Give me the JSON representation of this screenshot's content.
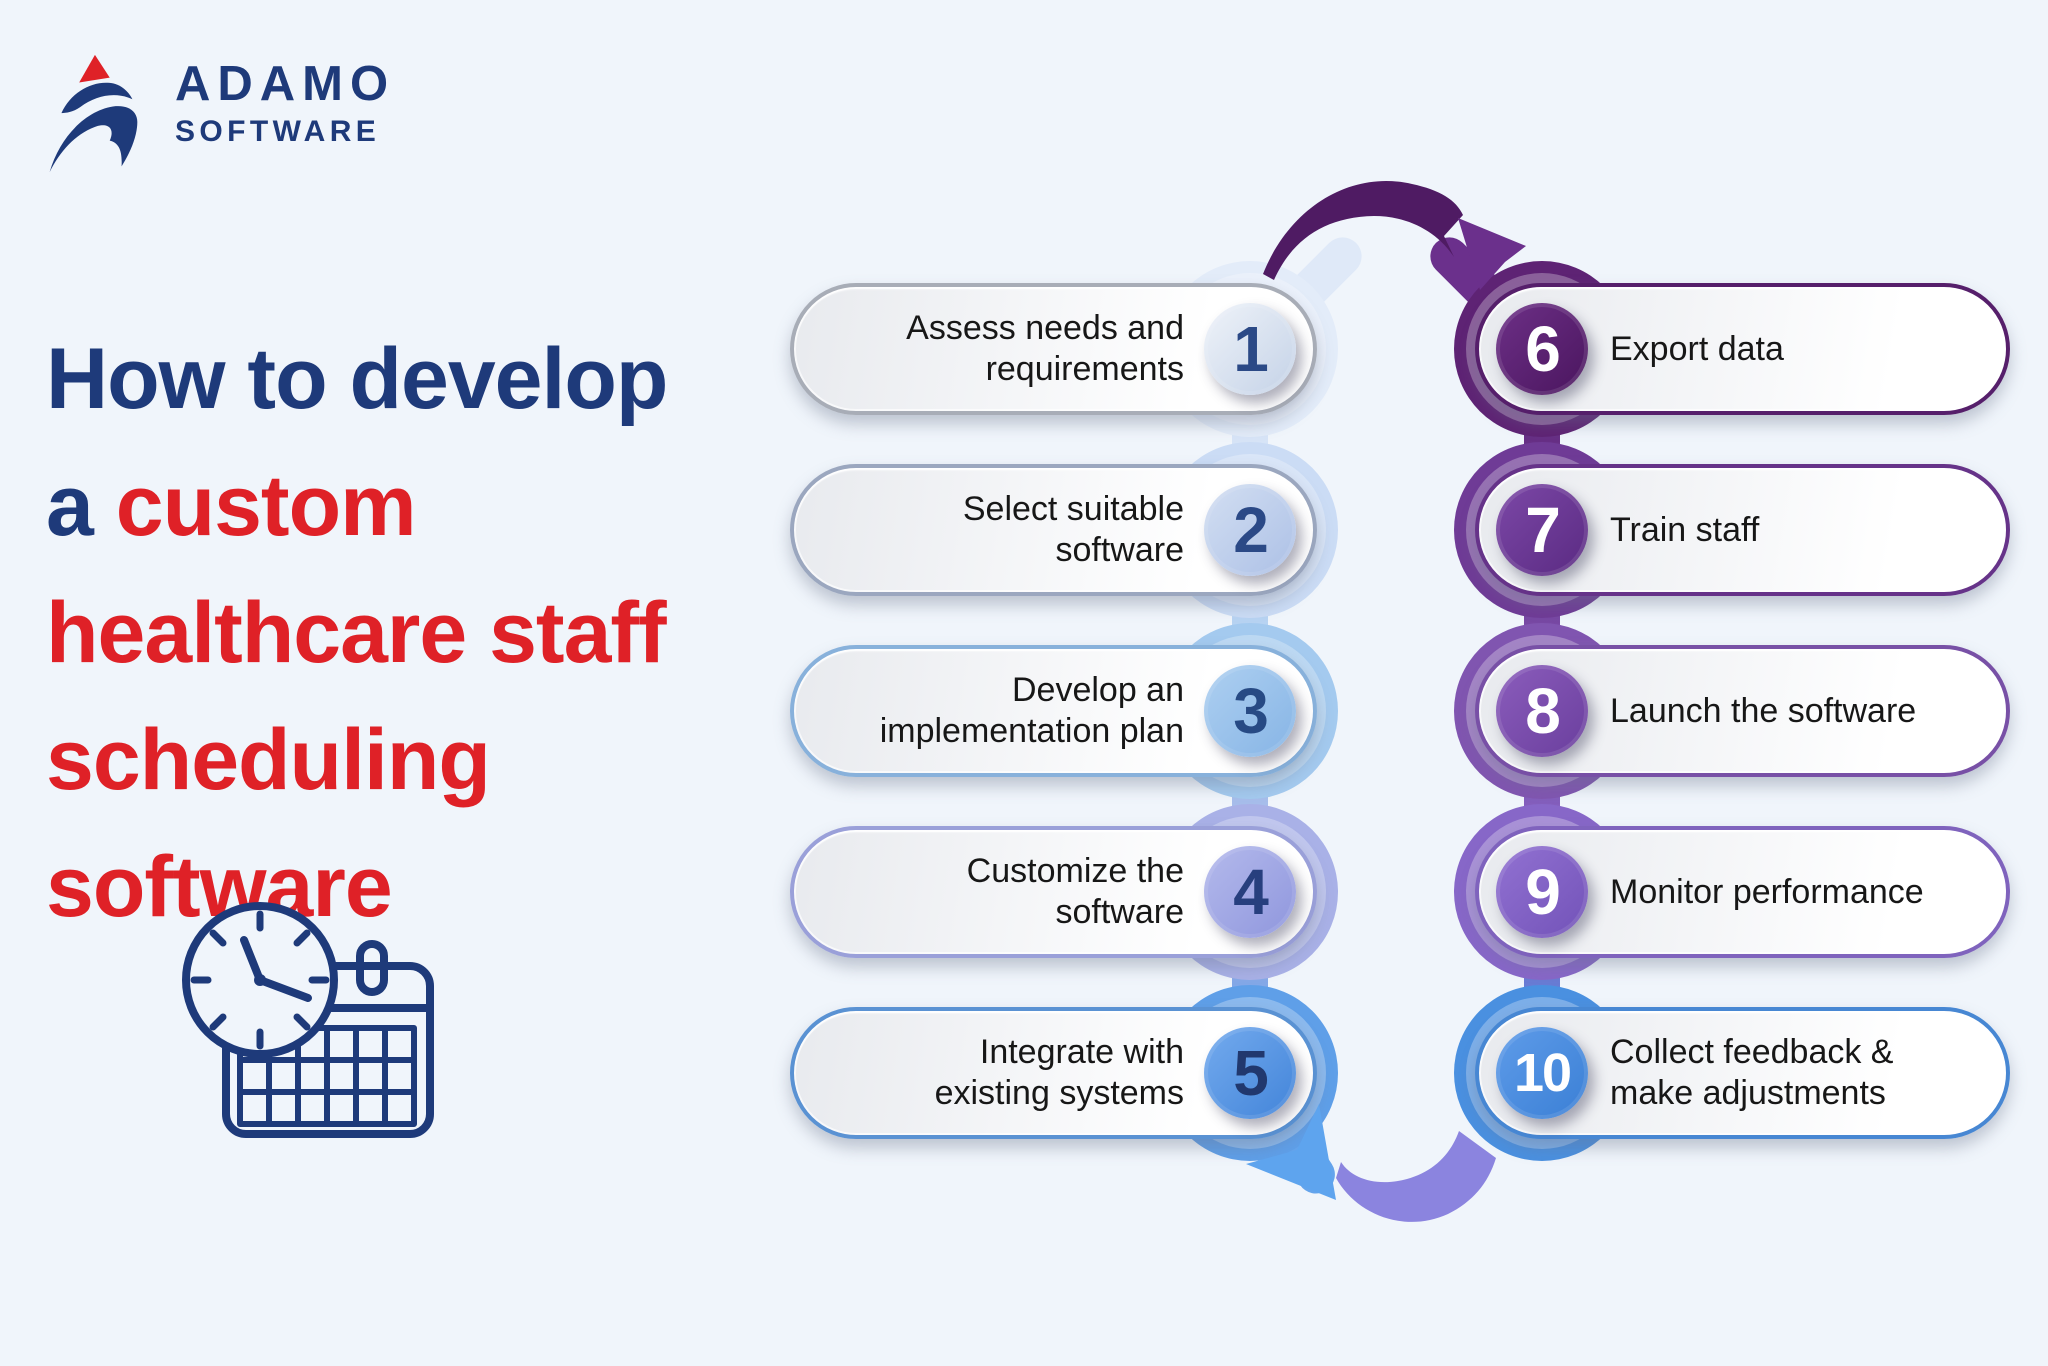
{
  "logo": {
    "name": "ADAMO",
    "sub": "SOFTWARE",
    "mark_icon": "adamo-logo-mark-icon"
  },
  "title": {
    "lines": [
      {
        "parts": [
          {
            "text": "How to develop",
            "color": "navy"
          }
        ]
      },
      {
        "parts": [
          {
            "text": "a ",
            "color": "navy"
          },
          {
            "text": "custom",
            "color": "red"
          }
        ]
      },
      {
        "parts": [
          {
            "text": "healthcare staff",
            "color": "red"
          }
        ]
      },
      {
        "parts": [
          {
            "text": "scheduling",
            "color": "red"
          }
        ]
      },
      {
        "parts": [
          {
            "text": "software",
            "color": "red"
          }
        ]
      }
    ]
  },
  "colors": {
    "navy": "#1e3a7a",
    "red": "#df2127",
    "background": "#f0f5fb",
    "label_text": "#171717"
  },
  "icons": {
    "calendar": "calendar-clock-icon",
    "logo_mark": "adamo-logo-mark-icon"
  },
  "steps": [
    {
      "num": "1",
      "label": "Assess needs and\nrequirements",
      "side": "left",
      "halo": "#e3ecf9",
      "border": "#a8adb7",
      "discA": "#eff3f9",
      "discB": "#c4d2e7",
      "numColor": "#2b4986"
    },
    {
      "num": "2",
      "label": "Select suitable\nsoftware",
      "side": "left",
      "halo": "#cbdcf5",
      "border": "#9ba7bf",
      "discA": "#d3dff2",
      "discB": "#acc0e6",
      "numColor": "#2b4986"
    },
    {
      "num": "3",
      "label": "Develop an\nimplementation plan",
      "side": "left",
      "halo": "#a4caef",
      "border": "#88b1db",
      "discA": "#aed0f1",
      "discB": "#86b4e5",
      "numColor": "#274a84"
    },
    {
      "num": "4",
      "label": "Customize the\nsoftware",
      "side": "left",
      "halo": "#a9b1e7",
      "border": "#9aa0d9",
      "discA": "#b4baec",
      "discB": "#8f96dd",
      "numColor": "#273f7e"
    },
    {
      "num": "5",
      "label": "Integrate with\nexisting systems",
      "side": "left",
      "halo": "#5f9fe8",
      "border": "#5a92d3",
      "discA": "#74abee",
      "discB": "#4284d9",
      "numColor": "#21386e"
    },
    {
      "num": "6",
      "label": "Export data",
      "side": "right",
      "halo": "#5e2374",
      "border": "#561f6b",
      "discA": "#6d3087",
      "discB": "#4a155e",
      "numColor": "#ffffff"
    },
    {
      "num": "7",
      "label": "Train staff",
      "side": "right",
      "halo": "#6f3b96",
      "border": "#663389",
      "discA": "#7c48a7",
      "discB": "#5a2a82",
      "numColor": "#ffffff"
    },
    {
      "num": "8",
      "label": "Launch the software",
      "side": "right",
      "halo": "#8055b0",
      "border": "#7850a6",
      "discA": "#8b5dbc",
      "discB": "#6a3e9d",
      "numColor": "#ffffff"
    },
    {
      "num": "9",
      "label": "Monitor performance",
      "side": "right",
      "halo": "#8767c8",
      "border": "#7f63bd",
      "discA": "#9272d2",
      "discB": "#7252b8",
      "numColor": "#ffffff"
    },
    {
      "num": "10",
      "label": "Collect feedback &\nmake adjustments",
      "side": "right",
      "halo": "#4a90e0",
      "border": "#4787d3",
      "discA": "#5f9ce9",
      "discB": "#3a7fd5",
      "numColor": "#ffffff"
    }
  ],
  "arrows": {
    "top_crescent": "#4f1b63",
    "top_arrowhead": "#6b308c",
    "top_stem": "#6b308c",
    "start_stem": "#dfe9f8",
    "bottom_stem": "#64a4ec",
    "bottom_arrowhead": "#5ea4ee",
    "bottom_crescent": "#8b84df"
  }
}
